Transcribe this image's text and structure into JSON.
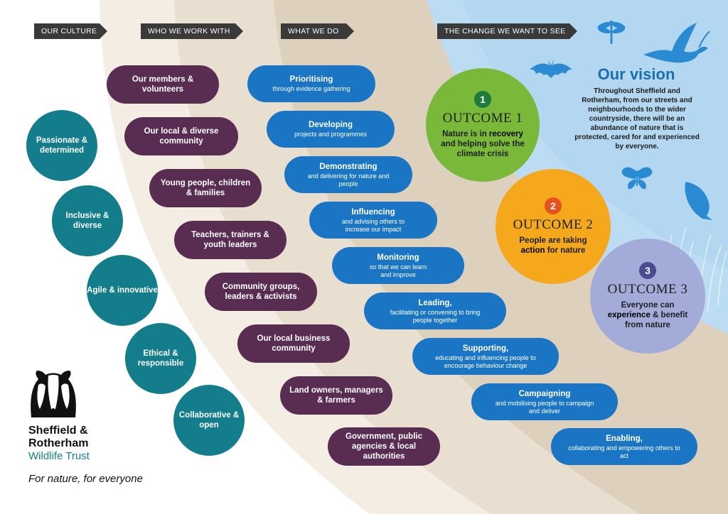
{
  "headers": {
    "culture": "OUR CULTURE",
    "who": "WHO WE WORK WITH",
    "what": "WHAT WE DO",
    "change": "THE CHANGE WE WANT TO SEE"
  },
  "culture": [
    "Passionate & determined",
    "Inclusive & diverse",
    "Agile & innovative",
    "Ethical & responsible",
    "Collaborative & open"
  ],
  "who": [
    "Our members & volunteers",
    "Our local & diverse community",
    "Young people, children & families",
    "Teachers, trainers & youth leaders",
    "Community groups, leaders & activists",
    "Our local business community",
    "Land owners, managers & farmers",
    "Government, public agencies & local authorities"
  ],
  "what": [
    {
      "title": "Prioritising",
      "sub": "through evidence gathering"
    },
    {
      "title": "Developing",
      "sub": "projects and programmes"
    },
    {
      "title": "Demonstrating",
      "sub": "and delivering for nature and people"
    },
    {
      "title": "Influencing",
      "sub": "and advising others to increase our impact"
    },
    {
      "title": "Monitoring",
      "sub": "so that we can learn and improve"
    },
    {
      "title": "Leading,",
      "sub": "facilitating or convening to bring people together"
    },
    {
      "title": "Supporting,",
      "sub": "educating and influencing people to encourage behaviour change"
    },
    {
      "title": "Campaigning",
      "sub": "and mobilising people to campaign and deliver"
    },
    {
      "title": "Enabling,",
      "sub": "collaborating and empowering others to act"
    }
  ],
  "outcomes": [
    {
      "num": "1",
      "title": "OUTCOME 1",
      "pre": "Nature is in ",
      "bold": "recovery",
      "post": " and helping solve the climate crisis"
    },
    {
      "num": "2",
      "title": "OUTCOME 2",
      "pre": "People are taking ",
      "bold": "action",
      "post": " for nature"
    },
    {
      "num": "3",
      "title": "OUTCOME 3",
      "pre": "Everyone can ",
      "bold": "experience",
      "post": " & benefit from nature"
    }
  ],
  "vision": {
    "title": "Our vision",
    "text": "Throughout Sheffield and Rotherham, from our streets and neighbourhoods to the wider countryside, there will be an abundance of nature that is protected, cared for and experienced by everyone."
  },
  "logo": {
    "name_line1": "Sheffield &",
    "name_line2": "Rotherham",
    "subtitle": "Wildlife Trust",
    "tagline": "For nature, for everyone"
  },
  "colors": {
    "culture": "#137d8c",
    "who": "#592c52",
    "what": "#1a76c4",
    "outcome1": "#7ab83a",
    "outcome2": "#f5a81c",
    "outcome3": "#a3acd8",
    "sky": "#bcdcf3",
    "band1": "#f1ebe2",
    "band2": "#e6dccc"
  },
  "icons": [
    "dragonfly-icon",
    "curlew-icon",
    "bat-icon",
    "butterfly-icon",
    "fish-icon",
    "badger-icon"
  ]
}
